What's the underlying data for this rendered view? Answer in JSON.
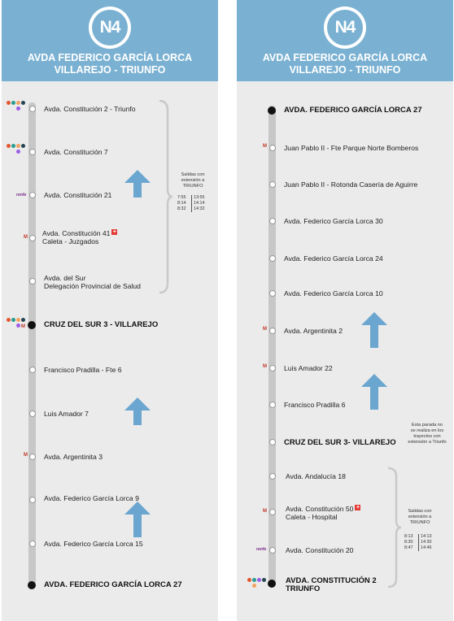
{
  "left": {
    "route_code": "N4",
    "title_line1": "AVDA FEDERICO GARCÍA LORCA",
    "title_line2": "VILLAREJO - TRIUNFO",
    "stops": [
      {
        "name": "Avda. Constitución 2 - Triunfo"
      },
      {
        "name": "Avda. Constitución 7"
      },
      {
        "name": "Avda. Constitución 21"
      },
      {
        "name": "Avda. Constitución 41",
        "name2": "Caleta - Juzgados"
      },
      {
        "name": "Avda. del Sur",
        "name2": "Delegación Provincial de Salud"
      },
      {
        "name": "CRUZ DEL SUR 3 - VILLAREJO"
      },
      {
        "name": "Francisco Pradilla - Fte 6"
      },
      {
        "name": "Luis Amador 7"
      },
      {
        "name": "Avda. Argentinita 3"
      },
      {
        "name": "Avda. Federico García Lorca 9"
      },
      {
        "name": "Avda. Federico García Lorca 15"
      },
      {
        "name": "AVDA. FEDERICO GARCÍA LORCA 27"
      }
    ],
    "note_lines": [
      "Salidas con",
      "extensión a",
      "TRIUNFO"
    ],
    "times": [
      [
        "7:55",
        "13:55"
      ],
      [
        "8:14",
        "14:14"
      ],
      [
        "8:32",
        "14:32"
      ]
    ],
    "metro_label": "M",
    "rail_label": "renfe"
  },
  "right": {
    "route_code": "N4",
    "title_line1": "AVDA FEDERICO GARCÍA LORCA",
    "title_line2": "VILLAREJO - TRIUNFO",
    "stops": [
      {
        "name": "AVDA. FEDERICO GARCÍA LORCA 27"
      },
      {
        "name": "Juan Pablo II - Fte Parque Norte Bomberos"
      },
      {
        "name": "Juan Pablo II - Rotonda Casería de Aguirre"
      },
      {
        "name": "Avda. Federico García Lorca 30"
      },
      {
        "name": "Avda. Federico García Lorca 24"
      },
      {
        "name": "Avda. Federico García Lorca 10"
      },
      {
        "name": "Avda. Argentinita 2"
      },
      {
        "name": "Luis Amador 22"
      },
      {
        "name": "Francisco Pradilla 6"
      },
      {
        "name": "CRUZ DEL SUR 3- VILLAREJO"
      },
      {
        "name": "Avda. Andalucía 18"
      },
      {
        "name": "Avda. Constitución 50",
        "name2": "Caleta - Hospital"
      },
      {
        "name": "Avda. Constitución 20"
      },
      {
        "name": "AVDA. CONSTITUCIÓN 2",
        "name2": "TRIUNFO"
      }
    ],
    "skip_note_lines": [
      "Esta parada no",
      "se realiza en los",
      "trayectos con",
      "extensión a Triunfo"
    ],
    "note_lines": [
      "Salidas con",
      "extensión a",
      "TRIUNFO"
    ],
    "times": [
      [
        "8:13",
        "14:13"
      ],
      [
        "8:30",
        "14:30"
      ],
      [
        "8:47",
        "14:46"
      ]
    ],
    "metro_label": "M",
    "rail_label": "renfe"
  },
  "colors": {
    "header_bg": "#7ab1d2",
    "panel_bg": "#ebebeb",
    "arrow": "#6aa6cf",
    "line": "#c7c7c7",
    "metro": "#c0392b",
    "hospital": "#e53935"
  }
}
